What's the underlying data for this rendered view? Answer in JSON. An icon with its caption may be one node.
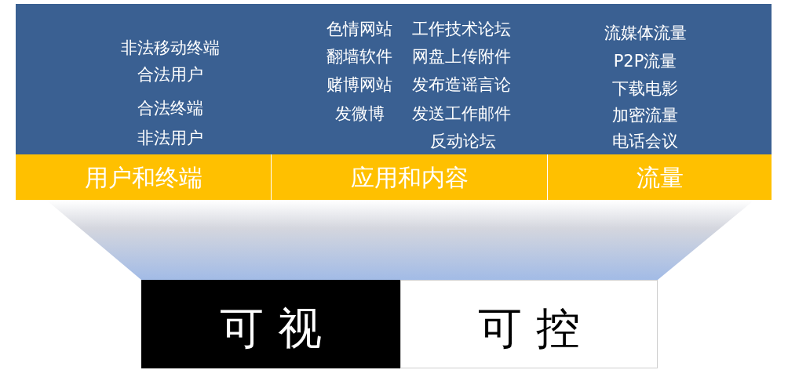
{
  "diagram": {
    "nodes": [
      {
        "text": [
          "非法移动终端",
          "合法用户",
          "合法终端",
          "非法用户"
        ]
      },
      {
        "text": [
          "色情网站",
          "工作技术论坛",
          "翻墙软件",
          "网盘上传附件",
          "赌博网站",
          "发布造谣言论",
          "发微博",
          "发送工作邮件",
          "反动论坛"
        ]
      },
      {
        "text": [
          "流媒体流量",
          "P2P流量",
          "下载电影",
          "加密流量",
          "电话会议"
        ]
      },
      {
        "text": [
          "用户和终端"
        ]
      },
      {
        "text": [
          "应用和内容"
        ]
      },
      {
        "text": [
          "流量"
        ]
      },
      {
        "text": [
          "可 视"
        ]
      },
      {
        "text": [
          "可 控"
        ]
      }
    ]
  }
}
